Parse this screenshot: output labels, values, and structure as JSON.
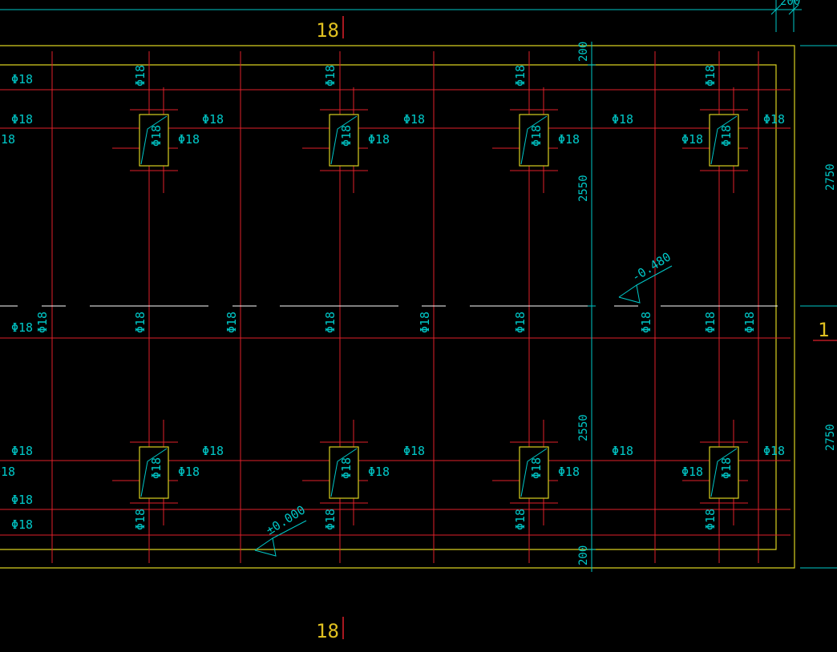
{
  "drawing": {
    "axis_top": "18",
    "axis_bottom": "18",
    "axis_right": "1",
    "rebar_label": "Φ18",
    "rebar_label_vertical": "Φ18",
    "dim_top_offset": "200",
    "dim_left_top": "200",
    "dim_left_mid_upper": "2550",
    "dim_left_mid_lower": "2550",
    "dim_left_bottom": "200",
    "dim_right_upper": "2750",
    "dim_right_lower": "2750",
    "level_upper": "-0.480",
    "level_lower": "±0.000"
  },
  "colors": {
    "background": "#000000",
    "rebar": "#e0202a",
    "outline": "#d8d020",
    "dimension": "#00c8c8",
    "centerline": "#ffffff"
  }
}
